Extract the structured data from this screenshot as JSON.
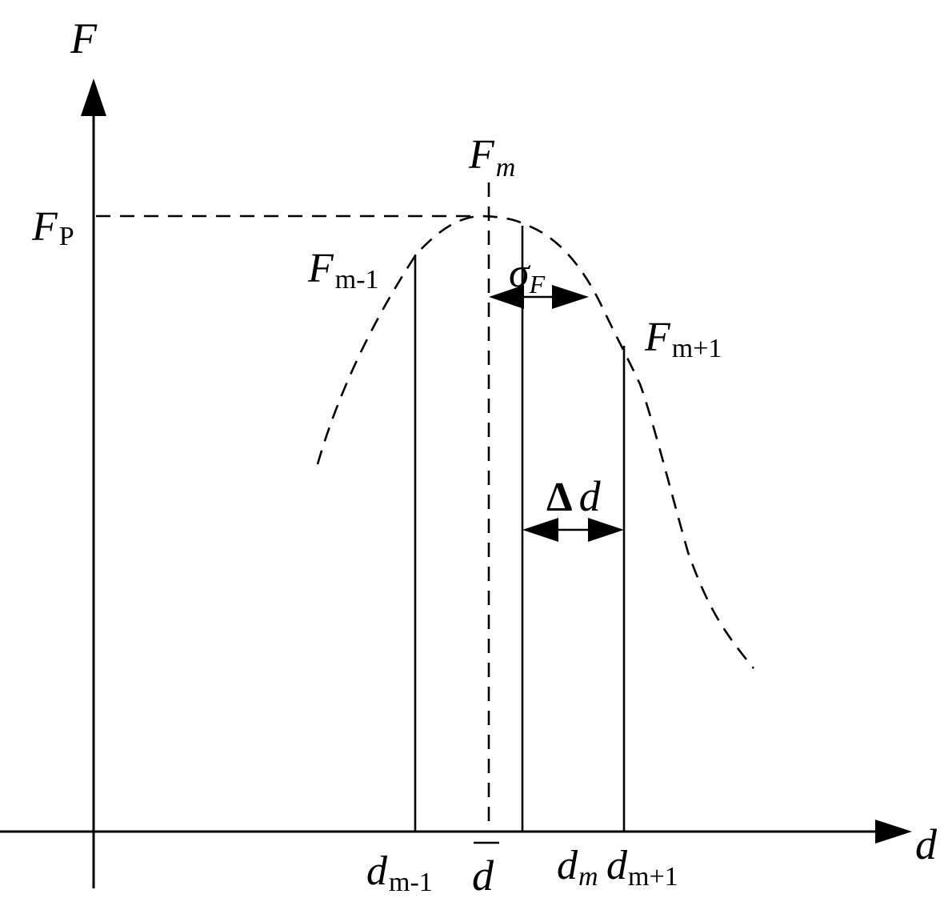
{
  "labels": {
    "y_axis": "F",
    "x_axis": "d",
    "f_peak": {
      "base": "F",
      "sub": "P"
    },
    "f_m": {
      "base": "F",
      "sub": "m"
    },
    "f_m_minus_1": {
      "base": "F",
      "sub": "m-1"
    },
    "f_m_plus_1": {
      "base": "F",
      "sub": "m+1"
    },
    "sigma_f": {
      "base": "σ",
      "sub": "F"
    },
    "delta_d": {
      "delta": "Δ",
      "var": "d"
    },
    "d_m_minus_1": {
      "base": "d",
      "sub": "m-1"
    },
    "d_bar": "d",
    "d_m": {
      "base": "d",
      "sub": "m"
    },
    "d_m_plus_1": {
      "base": "d",
      "sub": "m+1"
    }
  },
  "colors": {
    "ink": "#000000",
    "background": "#ffffff"
  }
}
